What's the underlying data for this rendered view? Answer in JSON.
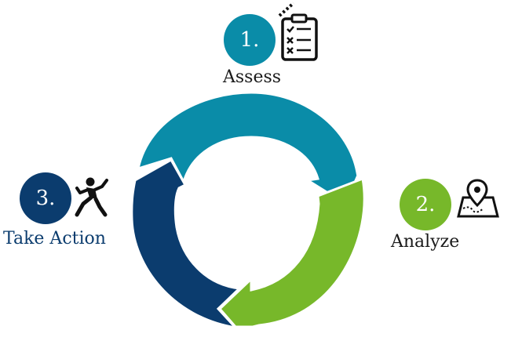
{
  "steps": [
    {
      "number": "1.",
      "label": "Assess",
      "color": "#0A8CA8",
      "icon": "clipboard-checklist-icon"
    },
    {
      "number": "2.",
      "label": "Analyze",
      "color": "#77B82A",
      "icon": "map-pin-icon"
    },
    {
      "number": "3.",
      "label": "Take Action",
      "color": "#0B3C6E",
      "icon": "running-person-icon"
    }
  ],
  "colors": {
    "label_dark": "#1a1a1a",
    "label_take_action": "#0B3C6E",
    "icon": "#111111"
  }
}
